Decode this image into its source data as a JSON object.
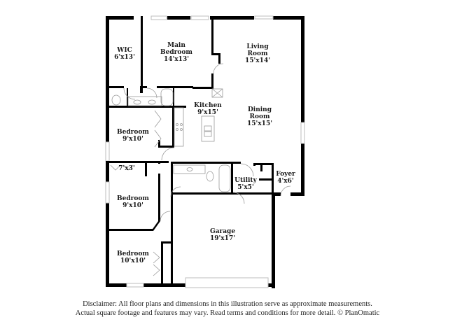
{
  "rooms": {
    "wic": {
      "name": "WIC",
      "dims": "6'x13'"
    },
    "main_bedroom": {
      "name_line1": "Main",
      "name_line2": "Bedroom",
      "dims": "14'x13'"
    },
    "living_room": {
      "name_line1": "Living",
      "name_line2": "Room",
      "dims": "15'x14'"
    },
    "kitchen": {
      "name": "Kitchen",
      "dims": "9'x15'"
    },
    "dining_room": {
      "name_line1": "Dining",
      "name_line2": "Room",
      "dims": "15'x15'"
    },
    "bedroom_1": {
      "name": "Bedroom",
      "dims": "9'x10'"
    },
    "closet": {
      "dims": "7'x3'"
    },
    "bedroom_2": {
      "name": "Bedroom",
      "dims": "9'x10'"
    },
    "utility": {
      "name": "Utility",
      "dims": "5'x5'"
    },
    "foyer": {
      "name": "Foyer",
      "dims": "4'x6'"
    },
    "garage": {
      "name": "Garage",
      "dims": "19'x17'"
    },
    "bedroom_3": {
      "name": "Bedroom",
      "dims": "10'x10'"
    }
  },
  "disclaimer": {
    "line1": "Disclaimer: All floor plans and dimensions in this illustration serve as approximate measurements.",
    "line2": "Actual square footage and features may vary. Read terms and conditions for more detail. © PlanOmatic"
  },
  "colors": {
    "wall": "#000000",
    "window": "#c8c8c8",
    "fixture": "#9a9a9a",
    "background": "#ffffff"
  }
}
